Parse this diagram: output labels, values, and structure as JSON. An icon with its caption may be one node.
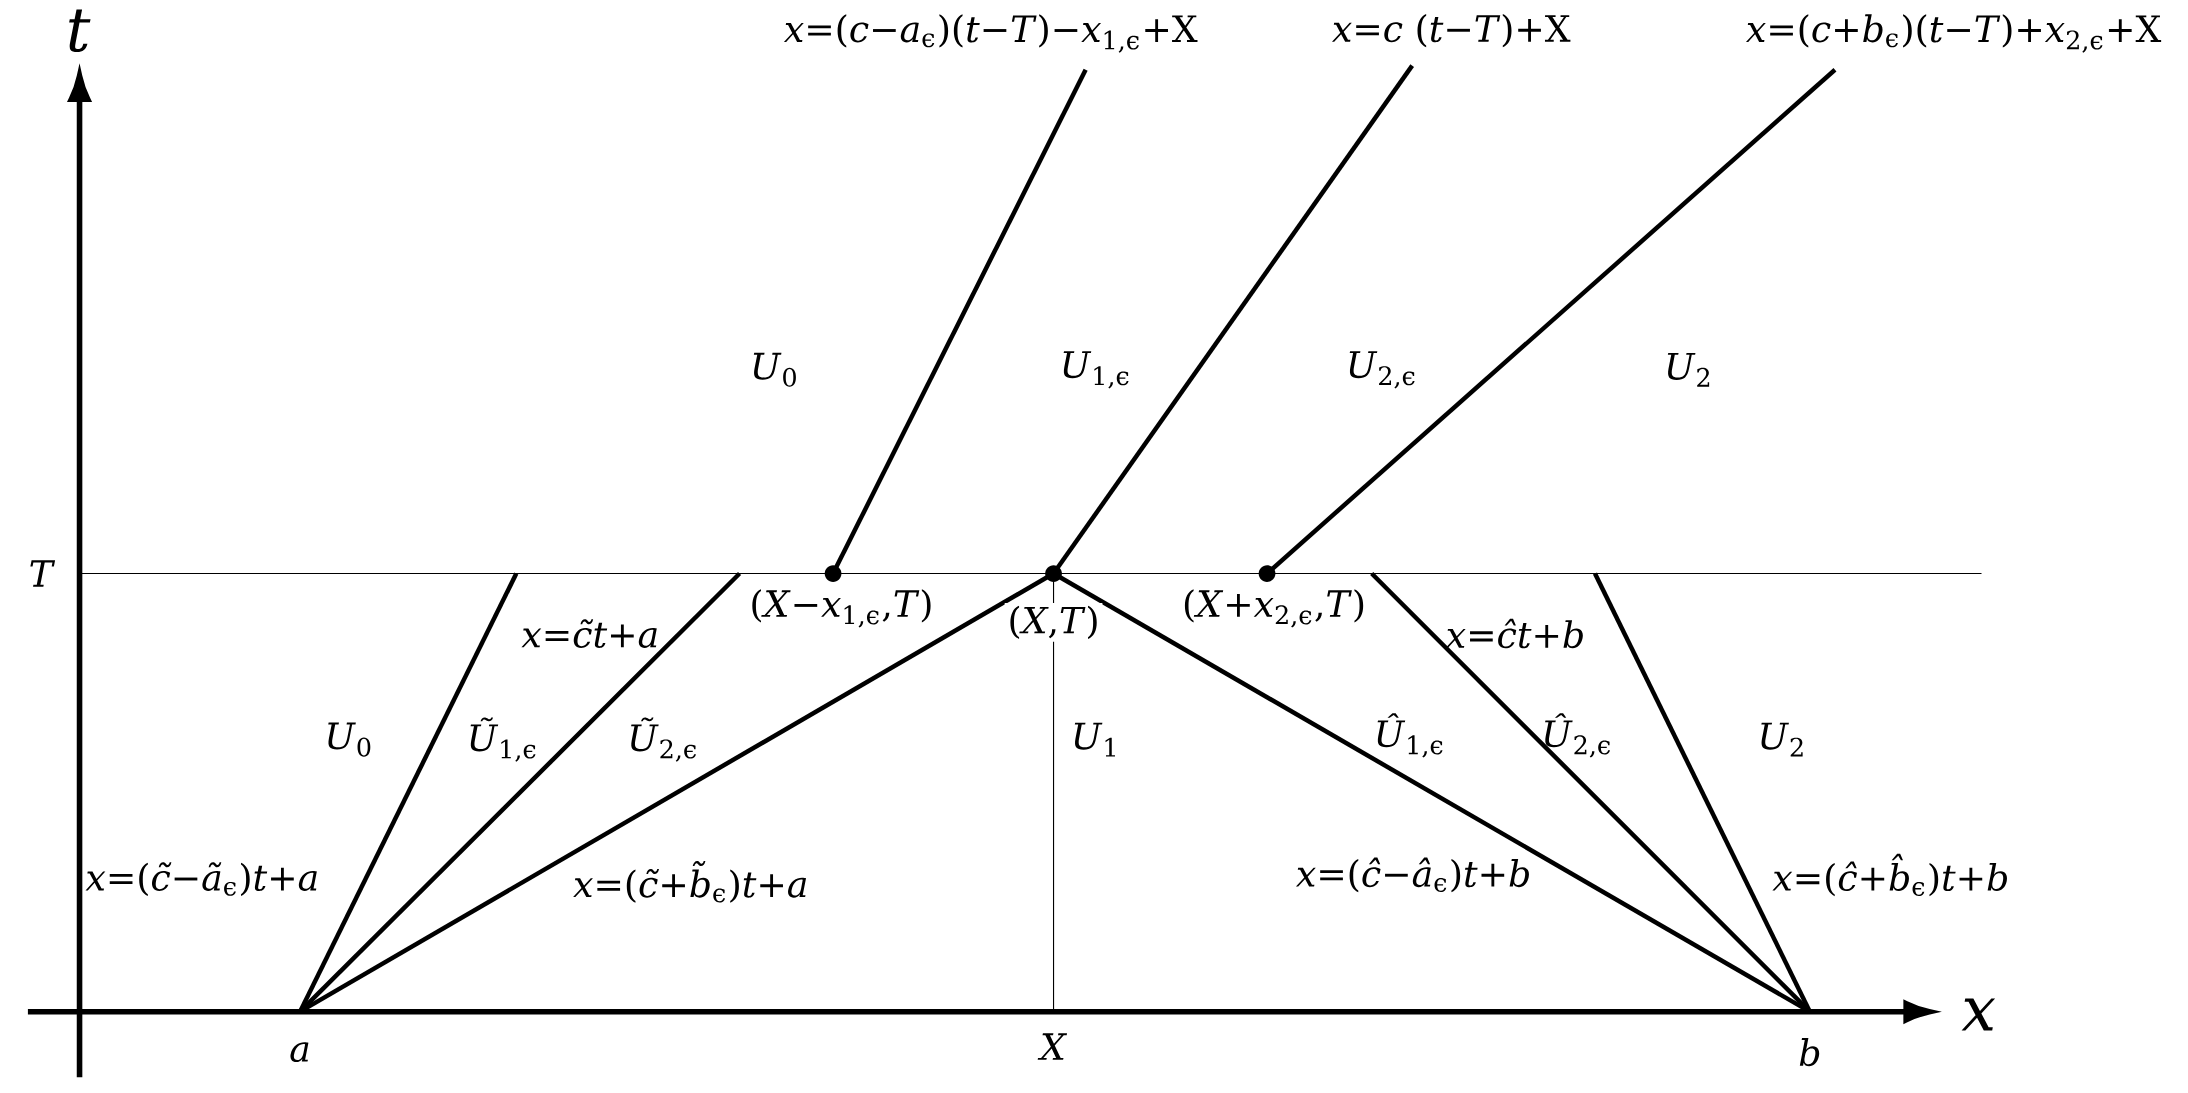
{
  "diagram": {
    "labels": [
      "*t*",
      "*x*=(*c*−*a*$_{ϵ}$)(*t*−*T*)−*x*$_{1,ϵ}$+X",
      "*x*=*c* (*t*−*T*)+X",
      "*x*=(*c*+*b*$_{ϵ}$)(*t*−*T*)+*x*$_{2,ϵ}$+X",
      "*U*$_{0}$",
      "*U*$_{1,ϵ}$",
      "*U*$_{2,ϵ}$",
      "*U*$_{2}$",
      "*T*",
      "(*X*−*x*$_{1,ϵ}$,*T*)",
      "(*X*,*T*)",
      "(*X*+*x*$_{2,ϵ}$,*T*)",
      "*x*=*c̃t*+*a*",
      "*x*=*ĉt*+*b*",
      "*U*$_{0}$",
      "*Ũ*$_{1,ϵ}$",
      "*Ũ*$_{2,ϵ}$",
      "*U*$_{1}$",
      "*Û*$_{1,ϵ}$",
      "*Û*$_{2,ϵ}$",
      "*U*$_{2}$",
      "*x*=(*c̃*−*ã*$_{ϵ}$)*t*+*a*",
      "*x*=(*c̃*+*b̃*$_{ϵ}$)*t*+*a*",
      "*x*=(*ĉ*−*â*$_{ϵ}$)*t*+*b*",
      "*x*=(*ĉ*+*b̂*$_{ϵ}$)*t*+*b*",
      "*x*",
      "*a*",
      "*X*",
      "*b*"
    ]
  }
}
